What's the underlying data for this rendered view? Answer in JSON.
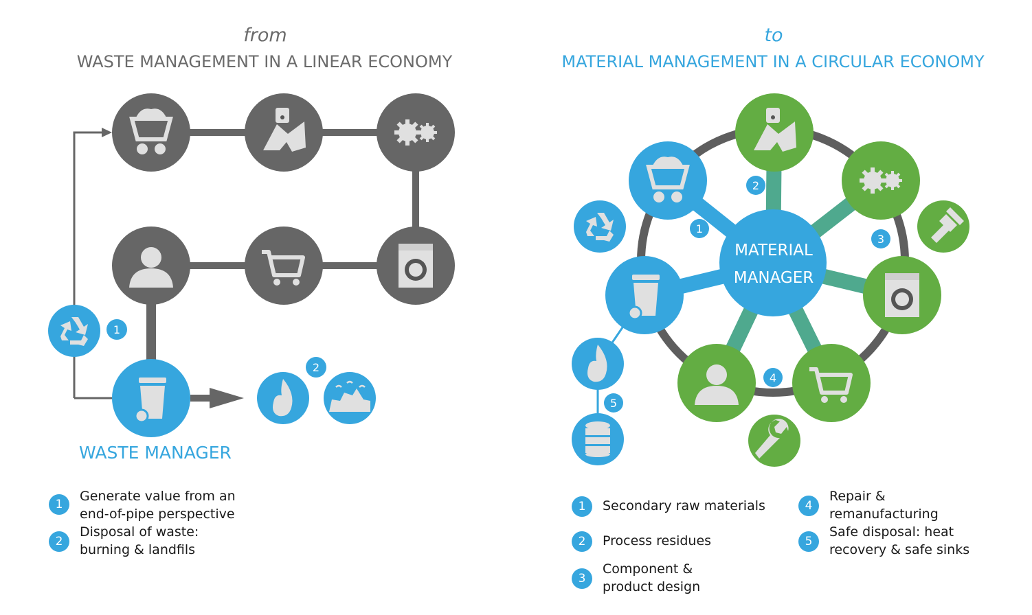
{
  "left_panel": {
    "from_text": "from",
    "title": "WASTE MANAGEMENT IN A LINEAR ECONOMY",
    "manager_label": "WASTE MANAGER",
    "badge_1": "1",
    "badge_2": "2",
    "legend": [
      {
        "num": "1",
        "line1": "Generate value from an",
        "line2": "end-of-pipe perspective"
      },
      {
        "num": "2",
        "line1": "Disposal of waste:",
        "line2": "burning & landfils"
      }
    ]
  },
  "right_panel": {
    "to_text": "to",
    "title": "MATERIAL MANAGEMENT IN A CIRCULAR ECONOMY",
    "center_line1": "MATERIAL",
    "center_line2": "MANAGER",
    "badge_1": "1",
    "badge_2": "2",
    "badge_3": "3",
    "badge_4": "4",
    "badge_5": "5",
    "legend": [
      {
        "num": "1",
        "line1": "Secondary raw materials",
        "line2": ""
      },
      {
        "num": "2",
        "line1": "Process residues",
        "line2": ""
      },
      {
        "num": "3",
        "line1": "Component &",
        "line2": "product design"
      },
      {
        "num": "4",
        "line1": "Repair &",
        "line2": "remanufacturing"
      },
      {
        "num": "5",
        "line1": "Safe disposal: heat",
        "line2": "recovery & safe sinks"
      }
    ]
  },
  "colors": {
    "gray": "#666666",
    "blue": "#36a6de",
    "green": "#63ad43",
    "ring": "#5e5e5e"
  }
}
